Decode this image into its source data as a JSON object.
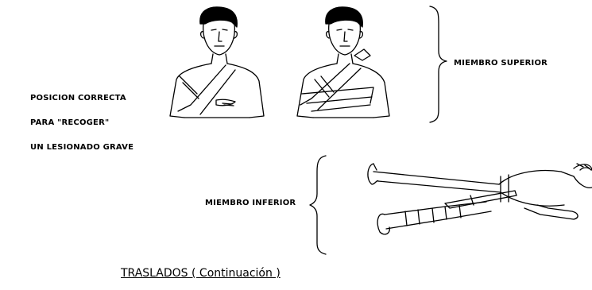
{
  "left_caption": {
    "line1": "POSICION CORRECTA",
    "line2": "PARA \"RECOGER\"",
    "line3": "UN LESIONADO GRAVE"
  },
  "labels": {
    "upper_limb": "MIEMBRO SUPERIOR",
    "lower_limb": "MIEMBRO INFERIOR"
  },
  "footer_title": "TRASLADOS ( Continuación )",
  "figures": [
    "person-arm-sling-icon",
    "person-triangular-bandage-icon",
    "lying-person-leg-splint-icon"
  ]
}
